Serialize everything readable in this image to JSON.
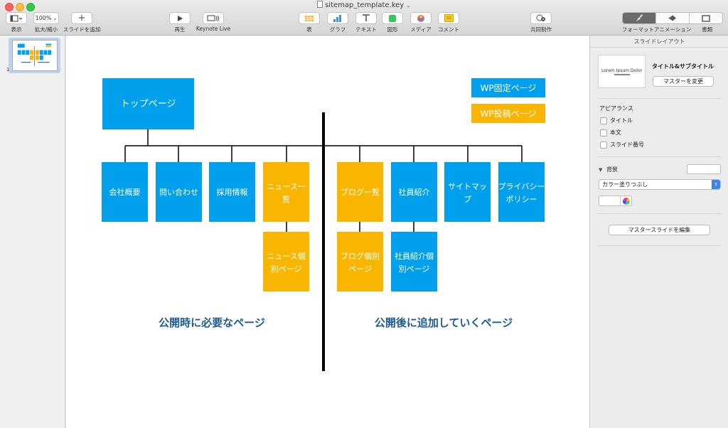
{
  "window": {
    "title": "sitemap_template.key"
  },
  "toolbar": {
    "view_label": "表示",
    "zoom_value": "100%",
    "zoom_label": "拡大/縮小",
    "add_slide_label": "スライドを追加",
    "play_label": "再生",
    "keynote_live_label": "Keynote Live",
    "table_label": "表",
    "chart_label": "グラフ",
    "text_label": "テキスト",
    "shape_label": "図形",
    "media_label": "メディア",
    "comment_label": "コメント",
    "collaborate_label": "共同制作",
    "format_label": "フォーマット",
    "animate_label": "アニメーション",
    "document_label": "書類"
  },
  "navigator": {
    "slide_number": "1"
  },
  "slide": {
    "colors": {
      "blue": "#00a0ec",
      "orange": "#f9b600",
      "heading": "#1c5b94",
      "line": "#000000"
    },
    "top_page": "トップページ",
    "legend_fixed": "WP固定ページ",
    "legend_post": "WP投稿ページ",
    "pages": {
      "company": "会社概要",
      "contact": "問い合わせ",
      "recruit": "採用情報",
      "news_list_1": "ニュース一",
      "news_list_2": "覧",
      "blog_list": "ブログ一覧",
      "staff": "社員紹介",
      "sitemap_1": "サイトマッ",
      "sitemap_2": "プ",
      "privacy_1": "プライバシー",
      "privacy_2": "ポリシー",
      "news_detail_1": "ニュース個",
      "news_detail_2": "別ページ",
      "blog_detail_1": "ブログ個別",
      "blog_detail_2": "ページ",
      "staff_detail_1": "社員紹介個",
      "staff_detail_2": "別ページ"
    },
    "heading_left": "公開時に必要なページ",
    "heading_right": "公開後に追加していくページ"
  },
  "inspector": {
    "header": "スライドレイアウト",
    "layout_preview_text": "Lorem Ipsum Dolor",
    "layout_name": "タイトル&サブタイトル",
    "change_master_label": "マスターを変更",
    "appearance_label": "アピアランス",
    "checkbox_title": "タイトル",
    "checkbox_body": "本文",
    "checkbox_slide_number": "スライド番号",
    "background_label": "背景",
    "fill_type": "カラー塗りつぶし",
    "edit_master_label": "マスタースライドを編集"
  }
}
